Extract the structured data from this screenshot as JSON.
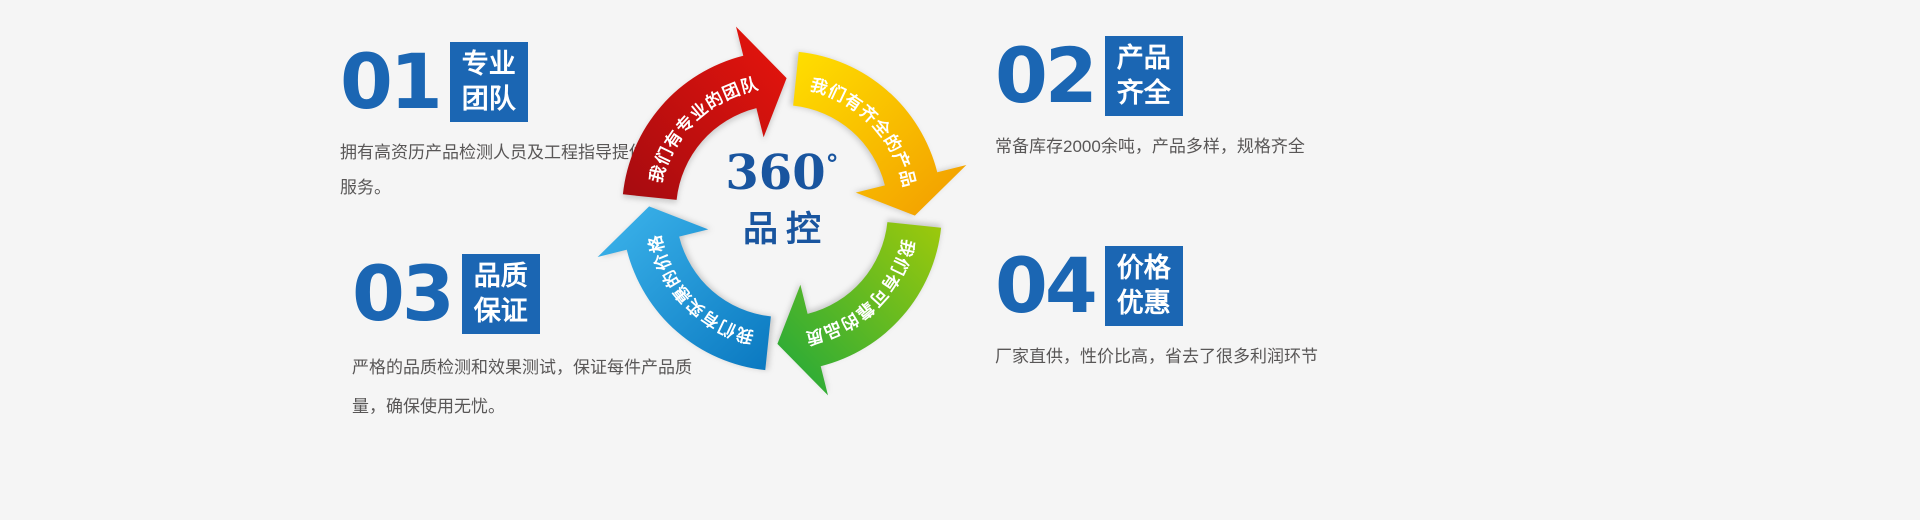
{
  "background": "#f5f5f5",
  "accent_color": "#1b66b3",
  "features": [
    {
      "number": "01",
      "title_lines": [
        "专业",
        "团队"
      ],
      "description": "拥有高资历产品检测人员及工程指导提供技术服务。"
    },
    {
      "number": "02",
      "title_lines": [
        "产品",
        "齐全"
      ],
      "description": "常备库存2000余吨，产品多样，规格齐全"
    },
    {
      "number": "03",
      "title_lines": [
        "品质",
        "保证"
      ],
      "description": "严格的品质检测和效果测试，保证每件产品质量，确保使用无忧。"
    },
    {
      "number": "04",
      "title_lines": [
        "价格",
        "优惠"
      ],
      "description": "厂家直供，性价比高，省去了很多利润环节"
    }
  ],
  "diagram": {
    "center_value": "360",
    "center_degree": "°",
    "center_label": "品控",
    "arrows": [
      {
        "name": "team",
        "label": "我们有专业的团队",
        "color_from": "#a50b10",
        "color_to": "#e8150c"
      },
      {
        "name": "product",
        "label": "我们有齐全的产品",
        "color_from": "#ffdf00",
        "color_to": "#f29b00"
      },
      {
        "name": "quality",
        "label": "我们有可靠的品质",
        "color_from": "#9ec90b",
        "color_to": "#1fa83c"
      },
      {
        "name": "price",
        "label": "我们有实惠的价格",
        "color_from": "#0a78c0",
        "color_to": "#3db5ec"
      }
    ]
  }
}
